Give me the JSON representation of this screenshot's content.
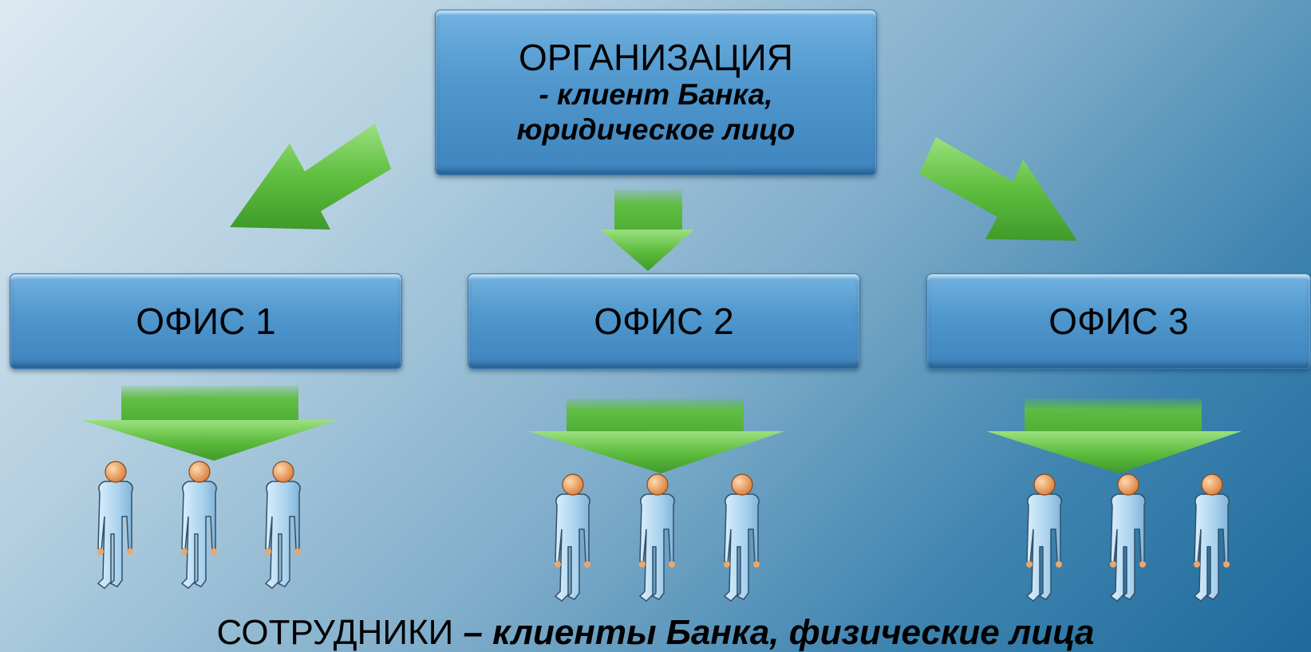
{
  "organization": {
    "title": "ОРГАНИЗАЦИЯ",
    "line1": "- клиент Банка,",
    "line2": "юридическое лицо"
  },
  "offices": [
    {
      "label": "ОФИС 1"
    },
    {
      "label": "ОФИС 2"
    },
    {
      "label": "ОФИС 3"
    }
  ],
  "caption": {
    "main": "СОТРУДНИКИ",
    "rest": " – клиенты Банка, физические лица"
  },
  "colors": {
    "box": "#4f97cd",
    "arrow": "#6cc64a",
    "person_body": "#b9dcf2",
    "person_head": "#f0a666"
  },
  "icons": [
    "arrow-icon",
    "person-icon"
  ]
}
